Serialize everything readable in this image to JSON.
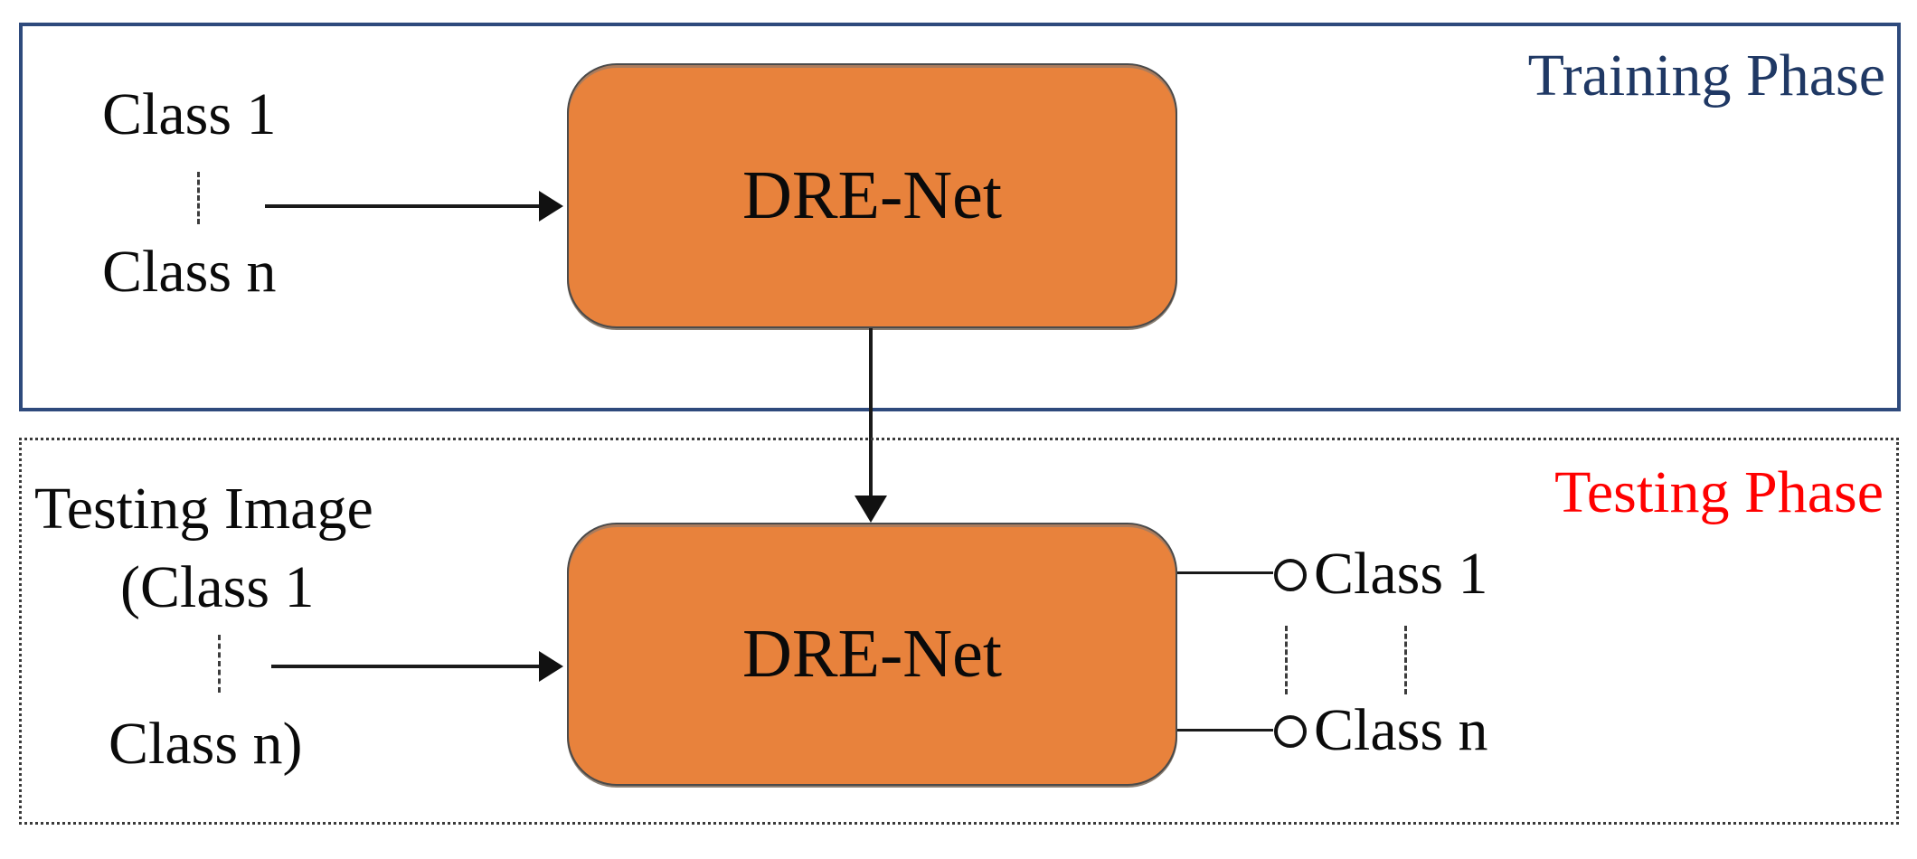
{
  "training": {
    "label": "Training Phase",
    "inputs": {
      "first": "Class 1",
      "last": "Class n"
    },
    "node": "DRE-Net"
  },
  "testing": {
    "label": "Testing Phase",
    "input": {
      "line1": "Testing Image",
      "line2": "(Class 1",
      "line3": "Class n)"
    },
    "node": "DRE-Net",
    "outputs": [
      "Class 1",
      "Class n"
    ]
  },
  "colors": {
    "node_fill": "#E8823C",
    "node_border": "#4A4A4A",
    "training_border": "#2E4A7C",
    "training_label_text": "#1F3864",
    "testing_border": "#3A3A3A",
    "testing_label_text": "#FF0000",
    "connector": "#1A1A1A"
  }
}
